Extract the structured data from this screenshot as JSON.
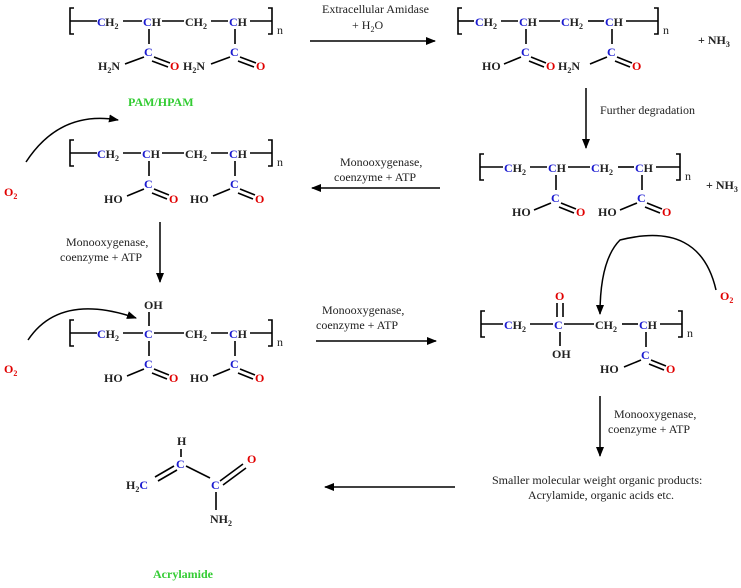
{
  "labels": {
    "pam_name": "PAM/HPAM",
    "acrylamide_name": "Acrylamide",
    "step1": "Extracellular Amidase",
    "step1b": "+ H",
    "step1c": "O",
    "step2": "Further degradation",
    "mono": "Monooxygenase,",
    "coenz": "coenzyme + ATP",
    "final1": "Smaller molecular weight organic products:",
    "final2": "Acrylamide, organic acids etc.",
    "nh3": "+ NH",
    "o2": "O",
    "n": "n"
  },
  "atoms": {
    "C": "C",
    "CH": "CH",
    "CH2": "CH",
    "H": "H",
    "O": "O",
    "OH": "OH",
    "HO": "HO",
    "H2N": "H",
    "NH2": "NH",
    "H2C": "H",
    "sub2": "2",
    "sub3": "3",
    "N": "N"
  },
  "colors": {
    "blue": "#1a1ad0",
    "red": "#e00000",
    "green": "#33cc33"
  }
}
